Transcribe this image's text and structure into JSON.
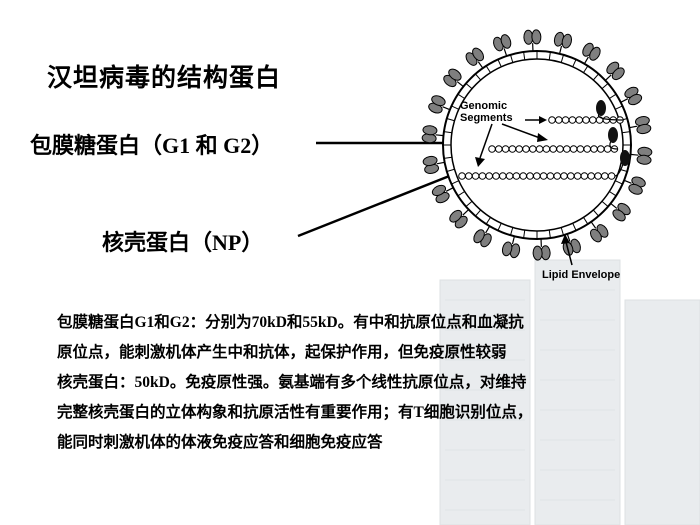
{
  "slide": {
    "title": "汉坦病毒的结构蛋白",
    "label_glycoprotein": "包膜糖蛋白（G1 和 G2）",
    "label_nucleocapsid": "核壳蛋白（NP）"
  },
  "virus_diagram": {
    "genomic_label_line1": "Genomic",
    "genomic_label_line2": "Segments",
    "lipid_label": "Lipid Envelope"
  },
  "description": {
    "lines": [
      "包膜糖蛋白G1和G2：分别为70kD和55kD。有中和抗原位点和血凝抗",
      "原位点，能刺激机体产生中和抗体，起保护作用，但免疫原性较弱",
      "核壳蛋白：50kD。免疫原性强。氨基端有多个线性抗原位点，对维持",
      "完整核壳蛋白的立体构象和抗原活性有重要作用；有T细胞识别位点，",
      "能同时刺激机体的体液免疫应答和细胞免疫应答"
    ]
  },
  "colors": {
    "text": "#000000",
    "spike_fill": "#7f7f7f",
    "background_building": "#e6e9ea"
  }
}
